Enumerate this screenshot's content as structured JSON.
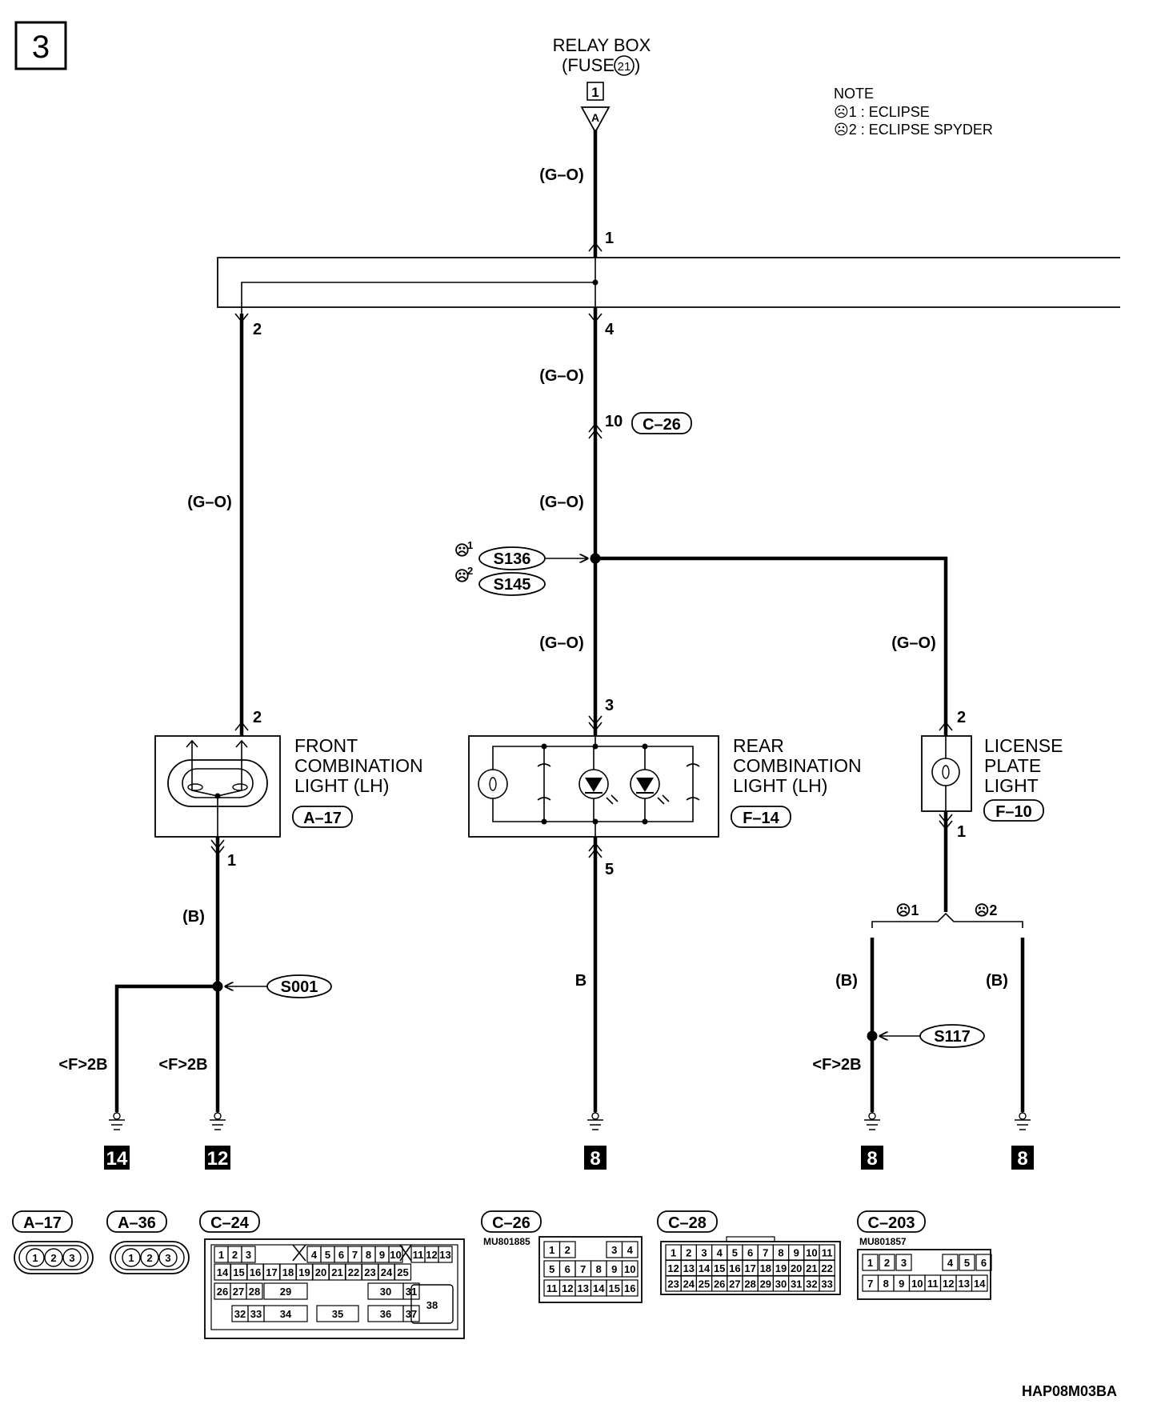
{
  "page_label": "3",
  "source": {
    "title": "RELAY BOX",
    "fuse_prefix": "(FUSE",
    "fuse_number": "21",
    "fuse_suffix": ")",
    "connector_box": "1",
    "terminal": "A"
  },
  "note": {
    "title": "NOTE",
    "lines": [
      "☹1 : ECLIPSE",
      "☹2 : ECLIPSE SPYDER"
    ]
  },
  "wire_colors": {
    "g_o": "(G–O)",
    "b_paren": "(B)",
    "b": "B"
  },
  "pins": {
    "p1": "1",
    "p2": "2",
    "p3": "3",
    "p4": "4",
    "p5": "5",
    "p10": "10"
  },
  "connectors": {
    "c26": "C–26",
    "a17": "A–17",
    "f14": "F–14",
    "f10": "F–10",
    "a36": "A–36",
    "c24": "C–24",
    "c28": "C–28",
    "c203": "C–203"
  },
  "splices": {
    "s136": "S136",
    "s145": "S145",
    "s001": "S001",
    "s117": "S117"
  },
  "star_marks": {
    "s1": "☹1",
    "s2": "☹2",
    "star": "☹",
    "one": "1",
    "two": "2"
  },
  "components": {
    "front": [
      "FRONT",
      "COMBINATION",
      "LIGHT (LH)"
    ],
    "rear": [
      "REAR",
      "COMBINATION",
      "LIGHT (LH)"
    ],
    "license": [
      "LICENSE",
      "PLATE",
      "LIGHT"
    ]
  },
  "ground_labels": {
    "f2b": "<F>2B"
  },
  "grounds": [
    "14",
    "12",
    "8",
    "8",
    "8"
  ],
  "part_numbers": {
    "c26": "MU801885",
    "c203": "MU801857"
  },
  "c24_pins": {
    "row1": [
      "1",
      "2",
      "3",
      "4",
      "5",
      "6",
      "7",
      "8",
      "9",
      "10",
      "11",
      "12",
      "13"
    ],
    "row2": [
      "14",
      "15",
      "16",
      "17",
      "18",
      "19",
      "20",
      "21",
      "22",
      "23",
      "24",
      "25"
    ],
    "row3": [
      "26",
      "27",
      "28",
      "29",
      "30",
      "31"
    ],
    "row4": [
      "32",
      "33",
      "34",
      "35",
      "36",
      "37"
    ],
    "big": "38"
  },
  "c26_pins": [
    "1",
    "2",
    "3",
    "4",
    "5",
    "6",
    "7",
    "8",
    "9",
    "10",
    "11",
    "12",
    "13",
    "14",
    "15",
    "16"
  ],
  "c28_pins": [
    "1",
    "2",
    "3",
    "4",
    "5",
    "6",
    "7",
    "8",
    "9",
    "10",
    "11",
    "12",
    "13",
    "14",
    "15",
    "16",
    "17",
    "18",
    "19",
    "20",
    "21",
    "22",
    "23",
    "24",
    "25",
    "26",
    "27",
    "28",
    "29",
    "30",
    "31",
    "32",
    "33"
  ],
  "c203_pins": [
    "1",
    "2",
    "3",
    "4",
    "5",
    "6",
    "7",
    "8",
    "9",
    "10",
    "11",
    "12",
    "13",
    "14"
  ],
  "round_pins": [
    "1",
    "2",
    "3"
  ],
  "figure_code": "HAP08M03BA"
}
